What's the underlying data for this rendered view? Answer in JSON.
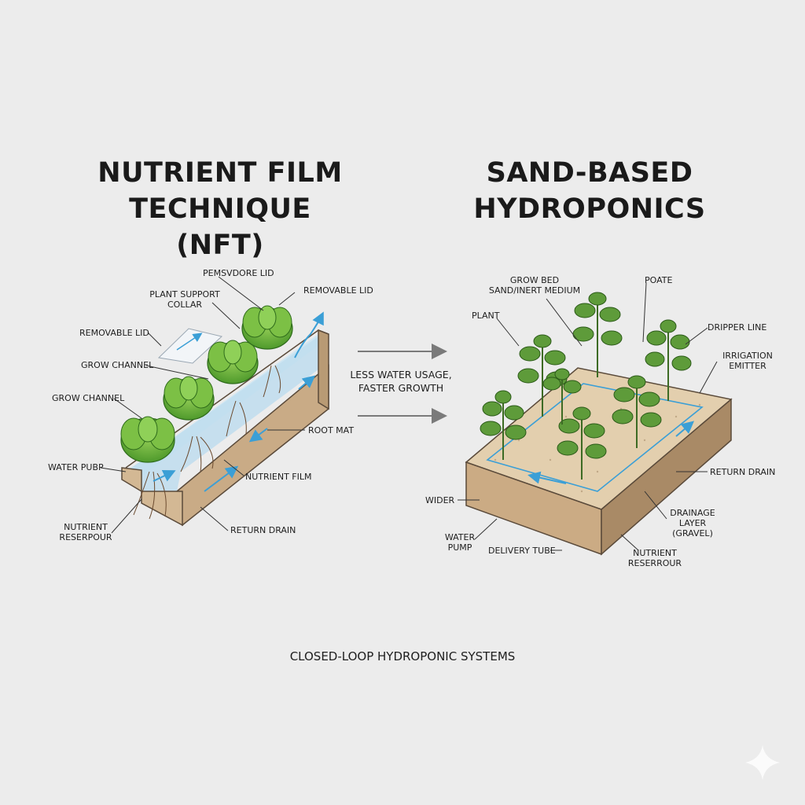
{
  "nft": {
    "title_line1": "NUTRIENT FILM",
    "title_line2": "TECHNIQUE (NFT)",
    "labels": {
      "pemsvore_lid": "PEMSVDORE LID",
      "plant_support_collar": "PLANT SUPPORT\nCOLLAR",
      "removable_lid_top": "REMOVABLE LID",
      "removable_lid_left": "REMOVABLE LID",
      "grow_channel_1": "GROW CHANNEL",
      "grow_channel_2": "GROW CHANNEL",
      "root_mat": "ROOT MAT",
      "water_pump": "WATER PUBP",
      "nutrient_film": "NUTRIENT FILM",
      "nutrient_reservoir": "NUTRIENT\nRESERPOUR",
      "return_drain": "RETURN DRAIN"
    }
  },
  "comparison": {
    "text": "LESS WATER USAGE,\nFASTER GROWTH"
  },
  "sand": {
    "title_line1": "SAND-BASED",
    "title_line2": "HYDROPONICS",
    "labels": {
      "grow_bed": "GROW BED\nSAND/INERT MEDIUM",
      "poate": "POATE",
      "plant": "PLANT",
      "dripper_line": "DRIPPER LINE",
      "irrigation_emitter": "IRRIGATION\nEMITTER",
      "return_drain": "RETURN DRAIN",
      "wider": "WIDER",
      "drainage_layer": "DRAINAGE\nLAYER\n(GRAVEL)",
      "water_pump": "WATER\nPUMP",
      "delivery_tube": "DELIVERY TUBE",
      "nutrient_reservoir": "NUTRIENT\nRESERROUR"
    }
  },
  "footer": "CLOSED-LOOP HYDROPONIC SYSTEMS",
  "colors": {
    "background": "#ececec",
    "soil": "#c9ab86",
    "sand_top": "#e3cfae",
    "water": "#cfe6f2",
    "flow_arrow": "#3b9fd6",
    "leaf": "#6fb33d"
  }
}
